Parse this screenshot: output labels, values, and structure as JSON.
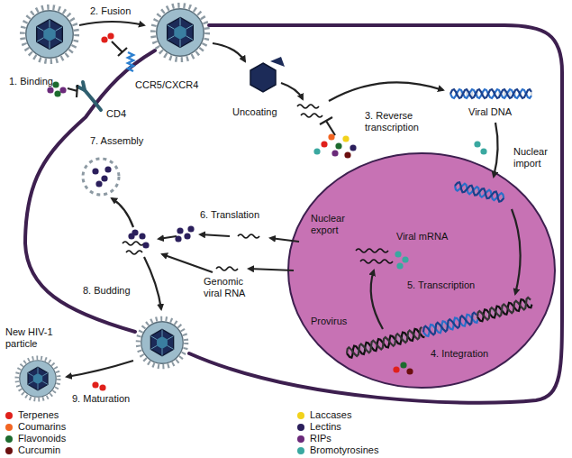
{
  "diagram": {
    "labels": [
      "1. Binding",
      "2. Fusion",
      "CD4",
      "CCR5/CXCR4",
      "Uncoating",
      "3. Reverse transcription",
      "Viral DNA",
      "Nuclear import",
      "Viral mRNA",
      "5. Transcription",
      "Provirus",
      "4. Integration",
      "Nuclear export",
      "Genomic viral RNA",
      "6. Translation",
      "7. Assembly",
      "8. Budding",
      "New HIV-1 particle",
      "9. Maturation"
    ],
    "legend": [
      {
        "text": "Terpenes",
        "color": "#e0201b"
      },
      {
        "text": "Coumarins",
        "color": "#f26522"
      },
      {
        "text": "Flavonoids",
        "color": "#1d6b2e"
      },
      {
        "text": "Curcumin",
        "color": "#6b0f0f"
      },
      {
        "text": "Laccases",
        "color": "#f2d21b"
      },
      {
        "text": "Lectins",
        "color": "#2b1f5c"
      },
      {
        "text": "RIPs",
        "color": "#6b2a7a"
      },
      {
        "text": "Bromotyrosines",
        "color": "#3aa8a0"
      }
    ]
  }
}
